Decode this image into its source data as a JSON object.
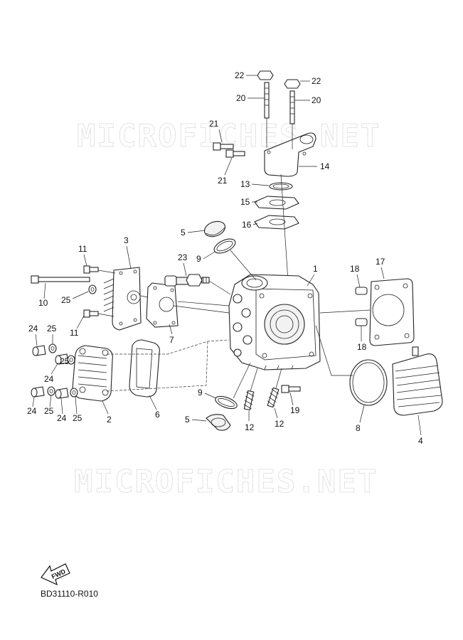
{
  "watermark": "MICROFICHES.NET",
  "diagram_code": "BD31110-R010",
  "fwd_label": "FWD",
  "callouts": {
    "c1": "1",
    "c2": "2",
    "c3": "3",
    "c4": "4",
    "c5a": "5",
    "c5b": "5",
    "c6": "6",
    "c7": "7",
    "c8": "8",
    "c9a": "9",
    "c9b": "9",
    "c10": "10",
    "c11a": "11",
    "c11b": "11",
    "c12a": "12",
    "c12b": "12",
    "c13": "13",
    "c14": "14",
    "c15": "15",
    "c16": "16",
    "c17": "17",
    "c18a": "18",
    "c18b": "18",
    "c19": "19",
    "c20a": "20",
    "c20b": "20",
    "c21a": "21",
    "c21b": "21",
    "c22a": "22",
    "c22b": "22",
    "c23": "23",
    "c24a": "24",
    "c24b": "24",
    "c24c": "24",
    "c24d": "24",
    "c25a": "25",
    "c25b": "25",
    "c25c": "25",
    "c25d": "25",
    "c25e": "25"
  }
}
